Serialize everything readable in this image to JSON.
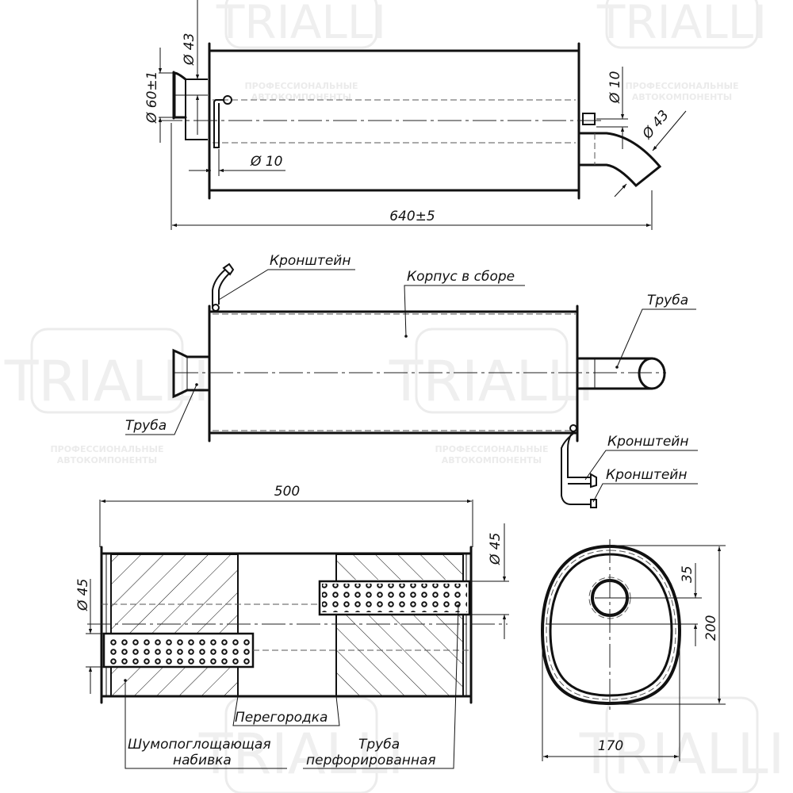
{
  "watermark": {
    "brand": "TRIALLI",
    "tagline_1": "ПРОФЕССИОНАЛЬНЫЕ",
    "tagline_2": "АВТОКОМПОНЕНТЫ"
  },
  "top_view": {
    "dim_inlet_flange": "Ø 60±1",
    "dim_inlet_pipe": "Ø 43",
    "dim_bracket_left": "Ø 10",
    "dim_bracket_right": "Ø 10",
    "dim_outlet_pipe": "Ø 43",
    "dim_overall_length": "640±5"
  },
  "side_view": {
    "label_bracket_top": "Кронштейн",
    "label_body": "Корпус в сборе",
    "label_outlet_pipe": "Труба",
    "label_inlet_pipe": "Труба",
    "label_bracket_lower_1": "Кронштейн",
    "label_bracket_lower_2": "Кронштейн"
  },
  "section_view": {
    "dim_body_length": "500",
    "dim_left_pipe": "Ø 45",
    "dim_right_pipe": "Ø 45",
    "label_partition": "Перегородка",
    "label_packing_1": "Шумопоглощающая",
    "label_packing_2": "набивка",
    "label_perf_pipe_1": "Труба",
    "label_perf_pipe_2": "перфорированная"
  },
  "end_view": {
    "dim_offset": "35",
    "dim_height": "200",
    "dim_width": "170"
  }
}
